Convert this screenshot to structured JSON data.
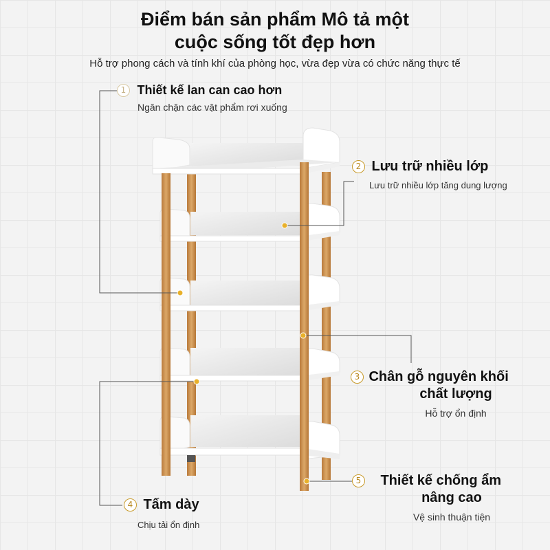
{
  "header": {
    "title_line1": "Điểm bán sản phẩm Mô tả một",
    "title_line2": "cuộc sống tốt đẹp hơn",
    "subtitle": "Hỗ trợ phong cách và tính khí của phòng học, vừa đẹp vừa có chức năng thực tế"
  },
  "features": [
    {
      "number": "1",
      "title": "Thiết kế lan can cao hơn",
      "description": "Ngăn chặn các vật phẩm rơi xuống"
    },
    {
      "number": "2",
      "title": "Lưu trữ nhiều lớp",
      "description": "Lưu trữ nhiều lớp tăng dung lượng"
    },
    {
      "number": "3",
      "title_line1": "Chân gỗ nguyên khối",
      "title_line2": "chất lượng",
      "description": "Hỗ trợ ổn định"
    },
    {
      "number": "4",
      "title": "Tấm dày",
      "description": "Chịu tải ổn định"
    },
    {
      "number": "5",
      "title_line1": "Thiết kế chống ẩm",
      "title_line2": "nâng cao",
      "description": "Vệ sinh thuận tiện"
    }
  ],
  "colors": {
    "accent_gold": "#e8b02a",
    "wood": "#c98f4e",
    "panel_white": "#ffffff",
    "callout_line": "#555555"
  },
  "icons": [
    "number-badge-icon",
    "bookshelf-illustration"
  ]
}
